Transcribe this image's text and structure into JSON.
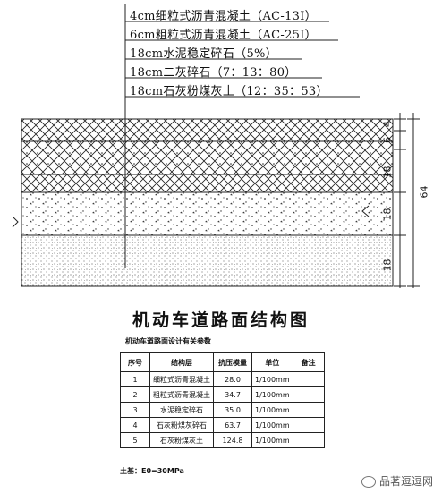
{
  "diagram": {
    "layers": [
      "4cm细粒式沥青混凝土（AC-13I）",
      "6cm粗粒式沥青混凝土（AC-25I）",
      "18cm水泥稳定碎石（5%）",
      "18cm二灰碎石（7：13：80）",
      "18cm石灰粉煤灰土（12：35：53）"
    ],
    "dimensions": [
      "4",
      "6",
      "18",
      "18",
      "18"
    ],
    "total": "64"
  },
  "title": "机动车道路面结构图",
  "table": {
    "caption": "机动车道路面设计有关参数",
    "headers": [
      "序号",
      "结构层",
      "抗压模量",
      "单位",
      "备注"
    ],
    "rows": [
      [
        "1",
        "细粒式沥青混凝土",
        "28.0",
        "1/100mm",
        ""
      ],
      [
        "2",
        "粗粒式沥青混凝土",
        "34.7",
        "1/100mm",
        ""
      ],
      [
        "3",
        "水泥稳定碎石",
        "35.0",
        "1/100mm",
        ""
      ],
      [
        "4",
        "石灰粉煤灰碎石",
        "63.7",
        "1/100mm",
        ""
      ],
      [
        "5",
        "石灰粉煤灰土",
        "124.8",
        "1/100mm",
        ""
      ]
    ]
  },
  "footnote": "土基：E0=30MPa",
  "watermark": "品茗逗逗网"
}
